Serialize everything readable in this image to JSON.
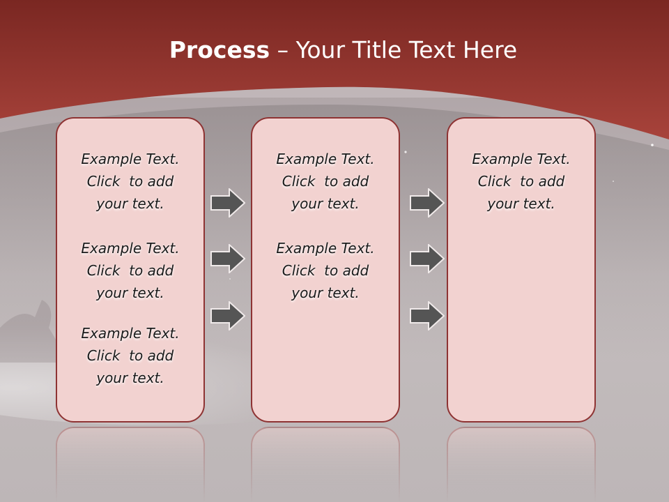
{
  "title": {
    "bold": "Process",
    "rest": " – Your Title Text Here"
  },
  "colors": {
    "box_fill": "#f2d2d0",
    "box_border": "#8e3333",
    "arrow_fill": "#555555",
    "header_red": "#9b3b35"
  },
  "columns": [
    {
      "paragraphs": [
        "Example Text.\nClick  to add\nyour text.",
        "Example Text.\nClick  to add\nyour text.",
        "Example Text.\nClick  to add\nyour text."
      ]
    },
    {
      "paragraphs": [
        "Example Text.\nClick  to add\nyour text.",
        "Example Text.\nClick  to add\nyour text."
      ]
    },
    {
      "paragraphs": [
        "Example Text.\nClick  to add\nyour text."
      ]
    }
  ],
  "arrows": {
    "icon": "right-arrow-icon",
    "between_1_2": 3,
    "between_2_3": 3
  }
}
